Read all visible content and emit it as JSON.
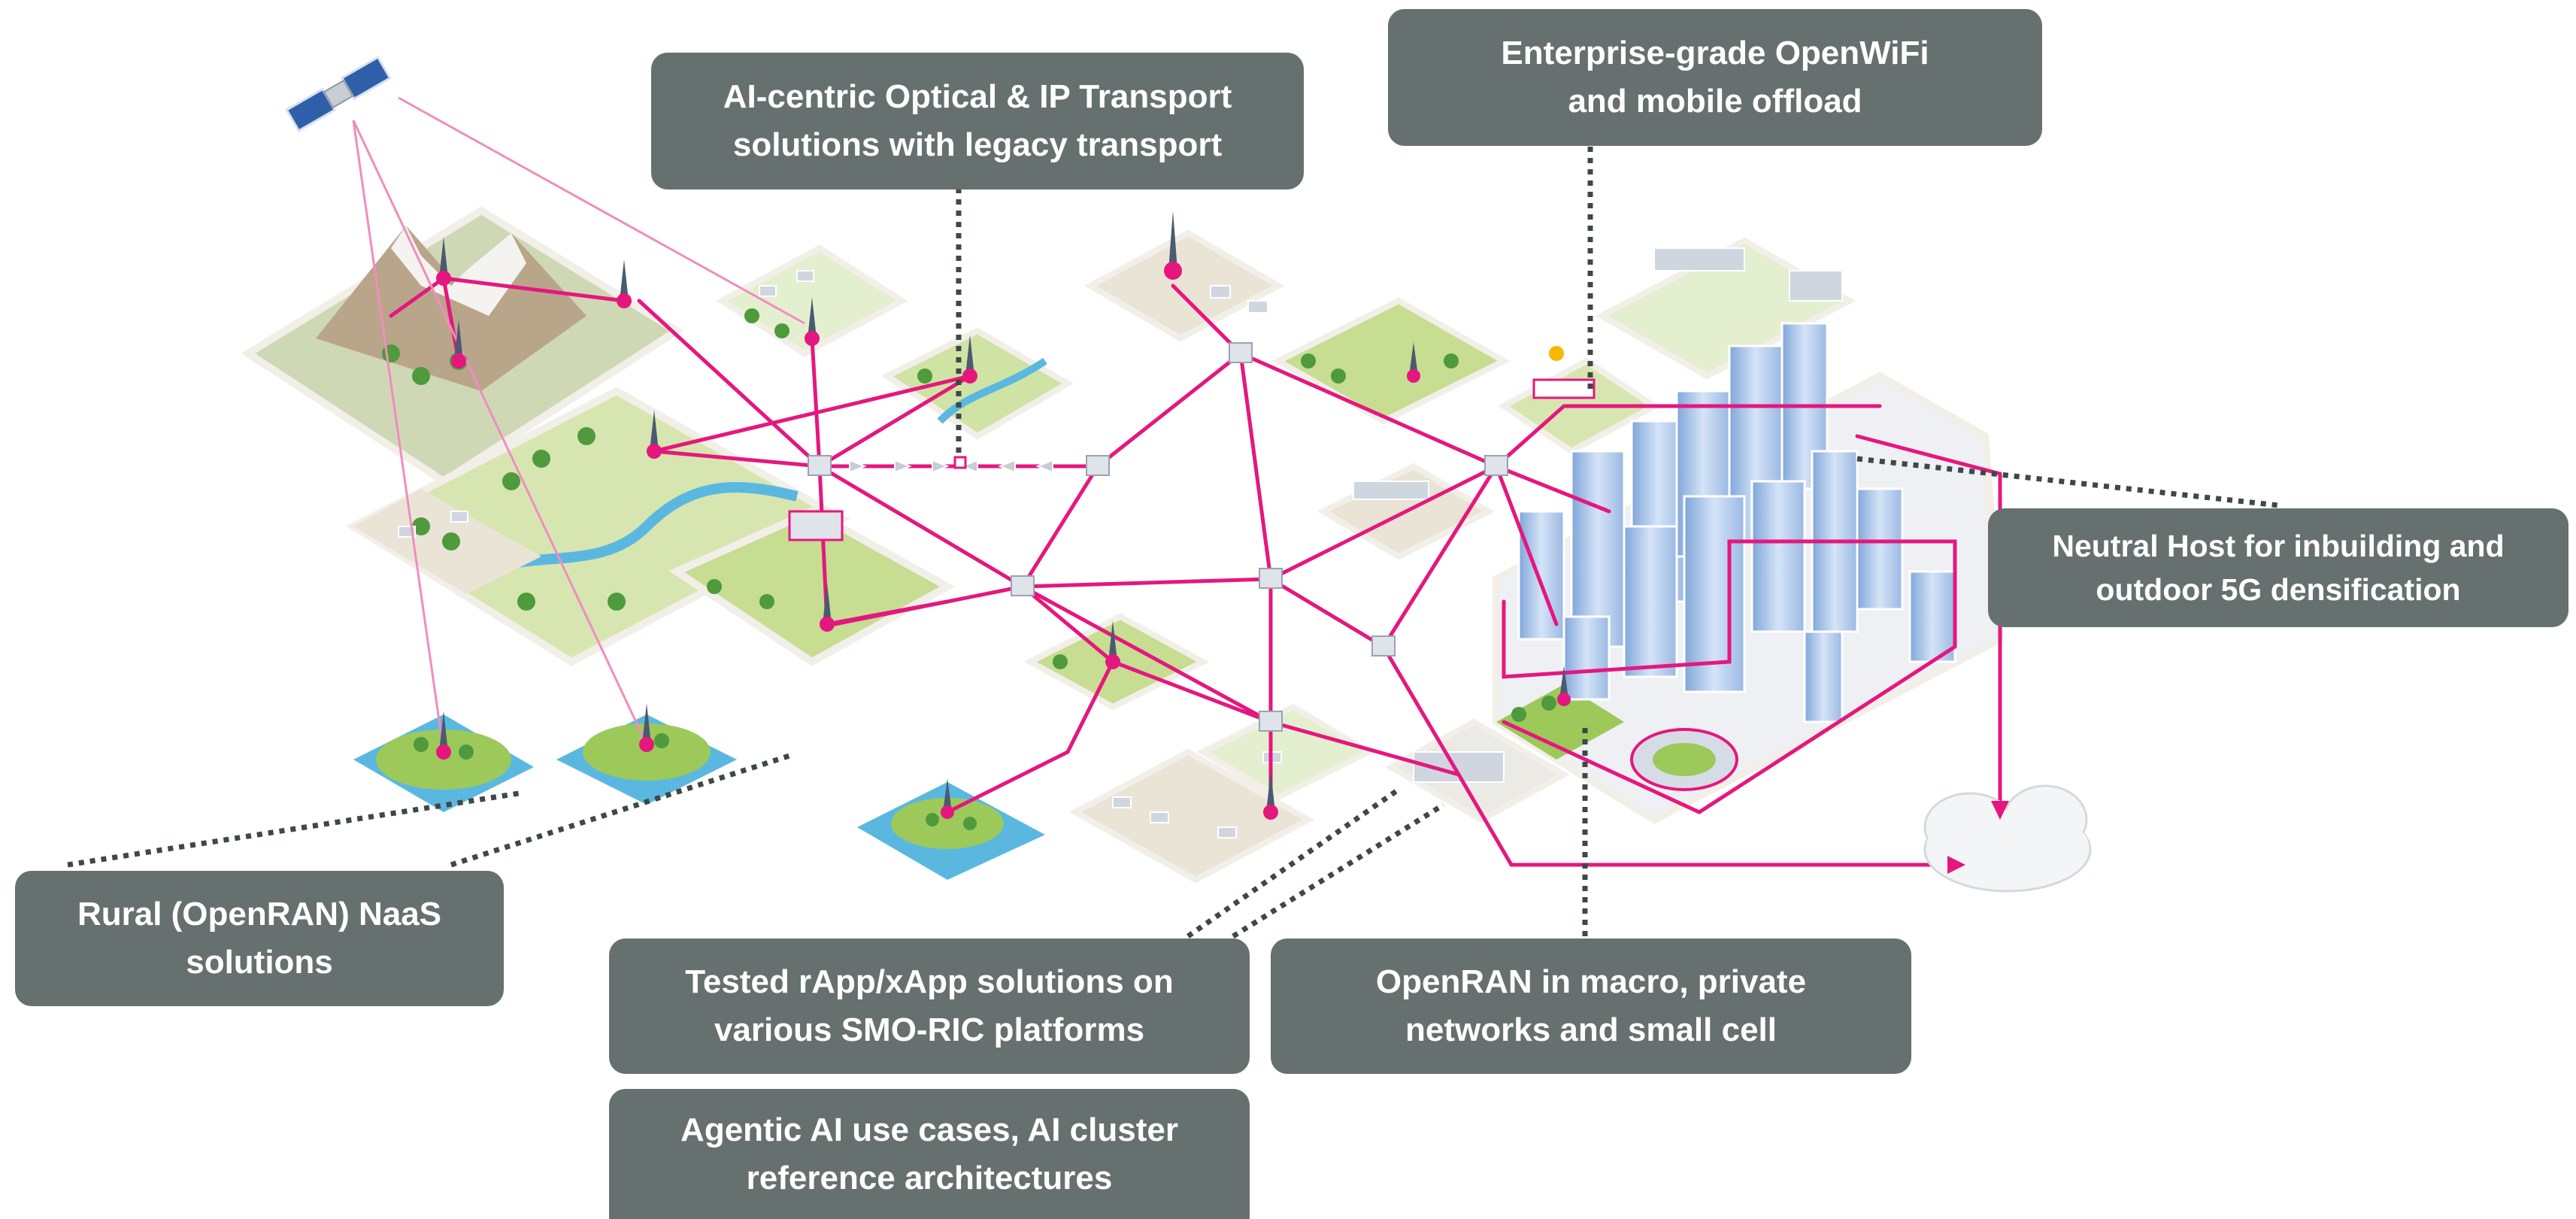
{
  "colors": {
    "link": "#e5177e",
    "callout_bg": "#66706f",
    "callout_text": "#ffffff",
    "leader": "#3f4747",
    "water": "#5ab8e0",
    "grass": "#9cc95a",
    "building": "#a9c3ea",
    "platform": "#f2efe8"
  },
  "callouts": {
    "transport": {
      "line1": "AI-centric Optical & IP Transport",
      "line2": "solutions with legacy transport"
    },
    "openwifi": {
      "line1": "Enterprise-grade OpenWiFi",
      "line2": "and mobile offload"
    },
    "neutral_host": {
      "line1": "Neutral Host for inbuilding and",
      "line2": "outdoor 5G densification"
    },
    "rural": {
      "line1": "Rural (OpenRAN) NaaS",
      "line2": "solutions"
    },
    "rapp": {
      "line1": "Tested rApp/xApp solutions on",
      "line2": "various SMO-RIC platforms"
    },
    "openran": {
      "line1": "OpenRAN in macro, private",
      "line2": "networks and small cell"
    },
    "agentic": {
      "line1": "Agentic AI use cases, AI cluster",
      "line2": "reference architectures"
    }
  },
  "icons": [
    "satellite-icon",
    "cell-tower-icon",
    "router-node-icon",
    "cloud-icon",
    "stadium-icon",
    "data-center-icon"
  ]
}
